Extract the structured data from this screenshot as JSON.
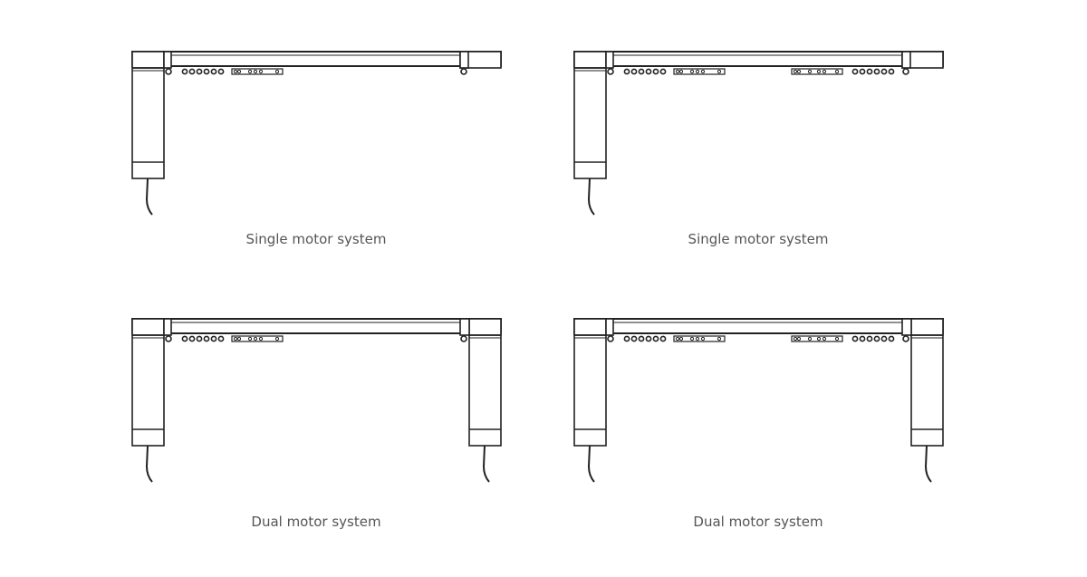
{
  "panels": [
    {
      "caption": "Single motor system"
    },
    {
      "caption": "Single motor system"
    },
    {
      "caption": "Dual motor system"
    },
    {
      "caption": "Dual motor system"
    }
  ]
}
